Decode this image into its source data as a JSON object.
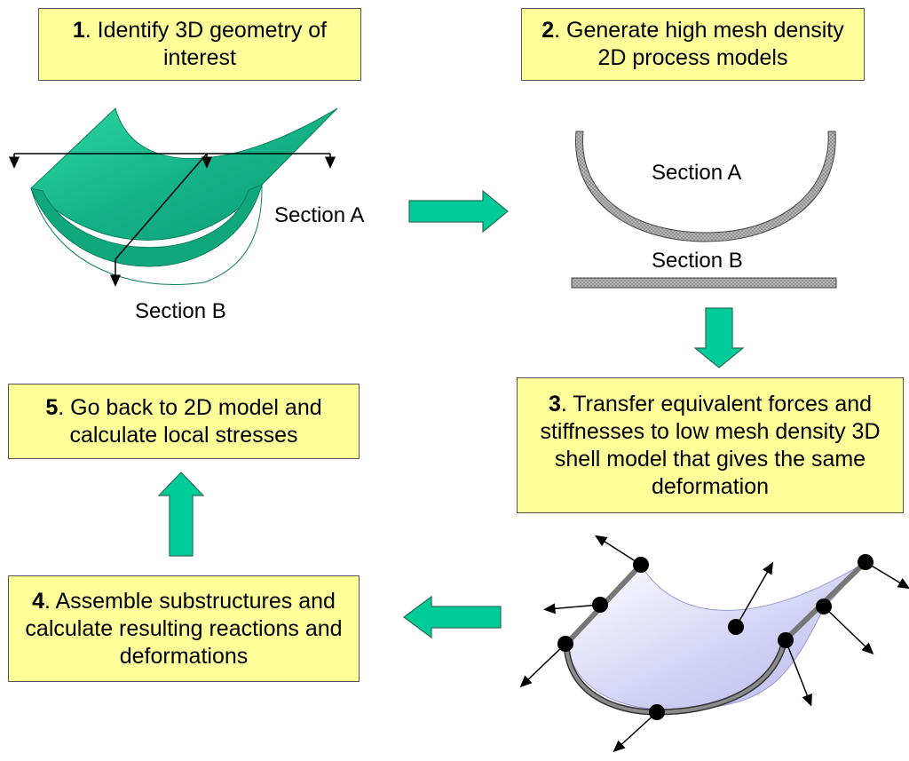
{
  "steps": [
    {
      "num": "1",
      "text": ". Identify 3D geometry of interest"
    },
    {
      "num": "2",
      "text": ". Generate high mesh density 2D process models"
    },
    {
      "num": "3",
      "text": ". Transfer equivalent forces and stiffnesses to low mesh density 3D shell model that gives the same deformation"
    },
    {
      "num": "4",
      "text": ". Assemble substructures and calculate resulting reactions and deformations"
    },
    {
      "num": "5",
      "text": ". Go back to 2D model and calculate local stresses"
    }
  ],
  "labels": {
    "section_a_left": "Section A",
    "section_b_left": "Section B",
    "section_a_right": "Section A",
    "section_b_right": "Section B"
  },
  "colors": {
    "box_fill": "#ffff99",
    "arrow_fill": "#00cc99",
    "trough_green": "#1abf91",
    "shell_fill": "#c8c8f5",
    "mesh_gray": "#a0a0a0"
  }
}
